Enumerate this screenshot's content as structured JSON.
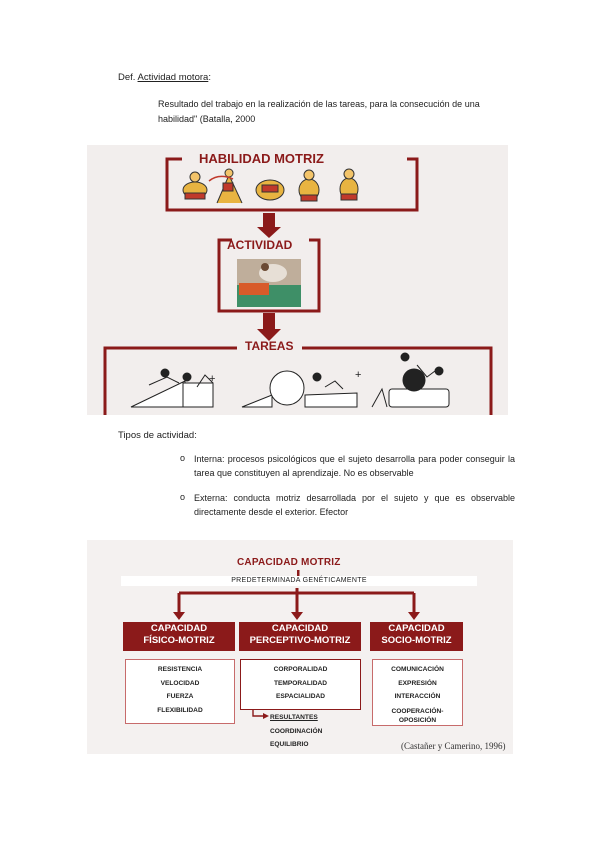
{
  "definition": {
    "prefix": "Def. ",
    "term": "Actividad motora",
    "suffix": ":",
    "quote": "Resultado del trabajo en la realización de las tareas, para la consecución de una habilidad\" (Batalla, 2000"
  },
  "figure1": {
    "title_top": "HABILIDAD MOTRIZ",
    "title_mid": "ACTIVIDAD",
    "title_bottom": "TAREAS",
    "plus": "+"
  },
  "tipos": {
    "heading": "Tipos de actividad:",
    "items": [
      "Interna: procesos psicológicos que el sujeto desarrolla para poder conseguir la tarea que constituyen al aprendizaje. No es observable",
      "Externa: conducta motriz desarrollada por el sujeto y que es observable directamente desde el exterior. Efector"
    ]
  },
  "figure2": {
    "title": "CAPACIDAD MOTRIZ",
    "subtitle": "PREDETERMINADA GENÉTICAMENTE",
    "columns": [
      {
        "line1": "CAPACIDAD",
        "line2": "FÍSICO-MOTRIZ",
        "items": [
          "RESISTENCIA",
          "VELOCIDAD",
          "FUERZA",
          "FLEXIBILIDAD"
        ]
      },
      {
        "line1": "CAPACIDAD",
        "line2": "PERCEPTIVO-MOTRIZ",
        "items": [
          "CORPORALIDAD",
          "TEMPORALIDAD",
          "ESPACIALIDAD"
        ]
      },
      {
        "line1": "CAPACIDAD",
        "line2": "SOCIO-MOTRIZ",
        "items": [
          "COMUNICACIÓN",
          "EXPRESIÓN",
          "INTERACCIÓN",
          "COOPERACIÓN-",
          "OPOSICIÓN"
        ]
      }
    ],
    "results": [
      "RESULTANTES",
      "COORDINACIÓN",
      "EQUILIBRIO"
    ],
    "citation": "(Castañer y Camerino, 1996)"
  }
}
